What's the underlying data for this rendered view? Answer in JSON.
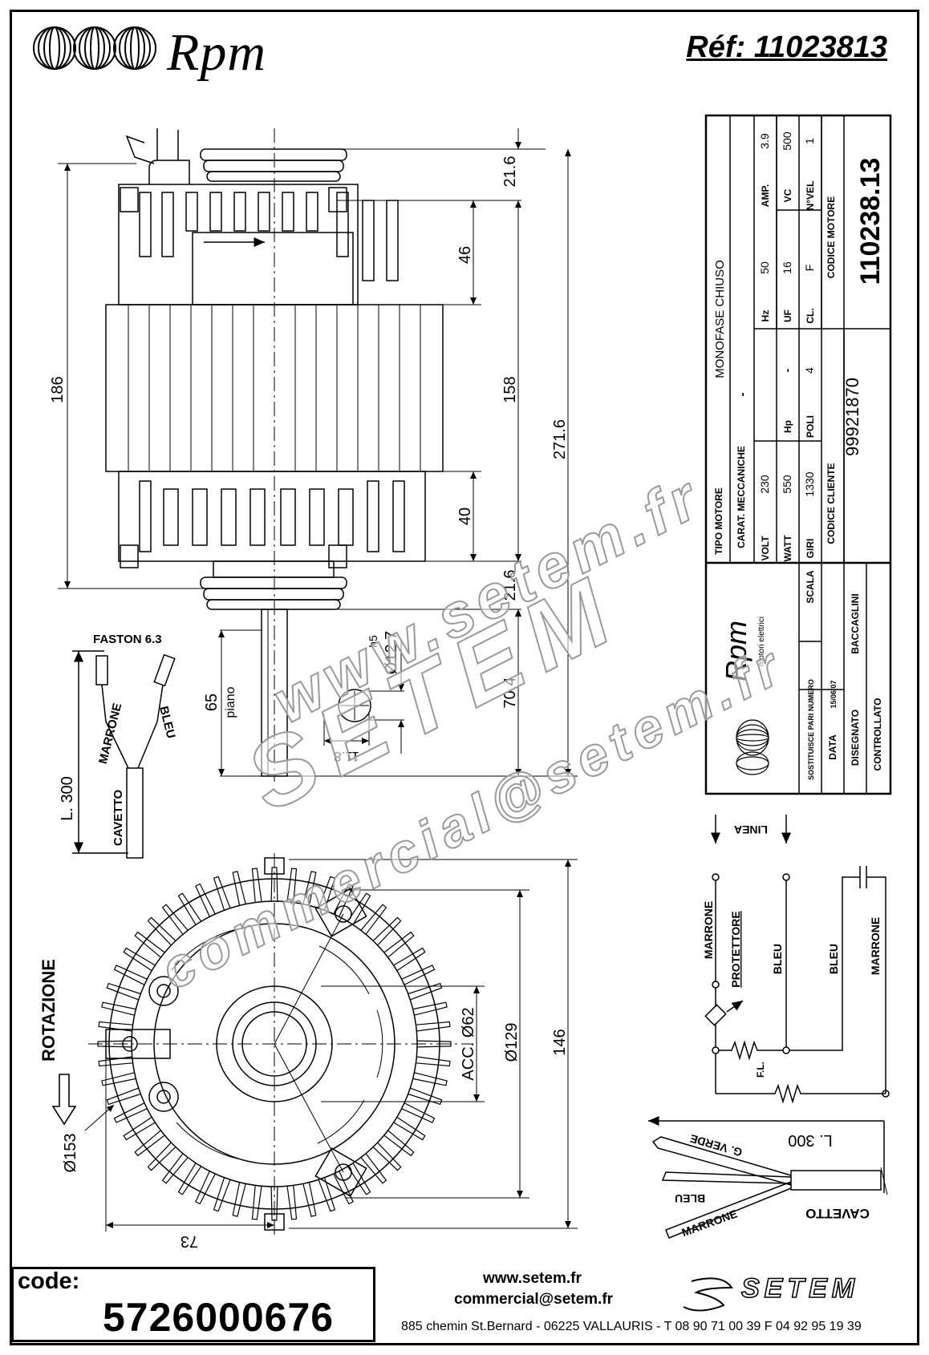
{
  "header": {
    "brand": "Rpm",
    "reference": "Réf: 11023813"
  },
  "dimensions": {
    "d_21_6_top": "21.6",
    "d_46": "46",
    "d_158": "158",
    "d_40": "40",
    "d_21_6_bottom": "21.6",
    "d_271_6": "271.6",
    "d_186": "186",
    "d_70_4": "70.4",
    "d_65": "65",
    "piano": "piano",
    "h5": "h5",
    "shaft_dia": "Ø12.7",
    "flat": "11.8",
    "d_146": "146",
    "d_129": "Ø129",
    "acc_62": "ACC. Ø62",
    "d_153": "Ø153",
    "d_73": "73"
  },
  "leads_top": {
    "faston": "FASTON 6.3",
    "marrone": "MARRONE",
    "bleu": "BLEU",
    "cavetto": "CAVETTO",
    "length": "L. 300"
  },
  "rotation": "ROTAZIONE",
  "title_block": {
    "tipo_motore_label": "TIPO MOTORE",
    "tipo_motore_value": "MONOFASE CHIUSO",
    "carat_label": "CARAT. MECCANICHE",
    "carat_value": "-",
    "volt_label": "VOLT",
    "volt_value": "230",
    "hz_label": "Hz",
    "hz_value": "50",
    "amp_label": "AMP.",
    "amp_value": "3.9",
    "watt_label": "WATT",
    "watt_value": "550",
    "hp_label": "Hp",
    "hp_value": "-",
    "uf_label": "UF",
    "uf_value": "16",
    "vc_label": "VC",
    "vc_value": "500",
    "giri_label": "GIRI",
    "giri_value": "1330",
    "poli_label": "POLI",
    "poli_value": "4",
    "cl_label": "CL.",
    "cl_value": "F",
    "nvel_label": "N°VEL",
    "nvel_value": "1",
    "codice_cliente_label": "CODICE CLIENTE",
    "codice_cliente_value": "99921870",
    "codice_motore_label": "CODICE MOTORE",
    "codice_motore_value": "110238.13",
    "rpm_logo": "Rpm",
    "rpm_sub": "motori elettrici",
    "sostituisce_label": "SOSTITUISCE PARI NUMERO",
    "scala_label": "SCALA",
    "data_label": "DATA",
    "data_value": "15/06/07",
    "disegnato_label": "DISEGNATO",
    "disegnato_value": "BACCAGLINI",
    "controllato_label": "CONTROLLATO"
  },
  "wiring": {
    "linea": "LINEA",
    "marrone": "MARRONE",
    "protettore": "PROTETTORE",
    "bleu": "BLEU",
    "bleu2": "BLEU",
    "marrone2": "MARRONE",
    "fl": "F.L."
  },
  "cable": {
    "length": "L. 300",
    "verde": "G. VERDE",
    "bleu": "BLEU",
    "marrone": "MARRONE",
    "cavetto": "CAVETTO"
  },
  "watermark": {
    "line1": "www.setem.fr",
    "line2": "SETEM",
    "line3": "commercial@setem.fr"
  },
  "footer": {
    "code_label": "code:",
    "code_value": "5726000676",
    "website": "www.setem.fr",
    "email": "commercial@setem.fr",
    "address": "885 chemin St.Bernard  -  06225 VALLAURIS  -  T 08 90 71 00 39   F 04 92 95 19 39",
    "logo": "SETEM"
  }
}
